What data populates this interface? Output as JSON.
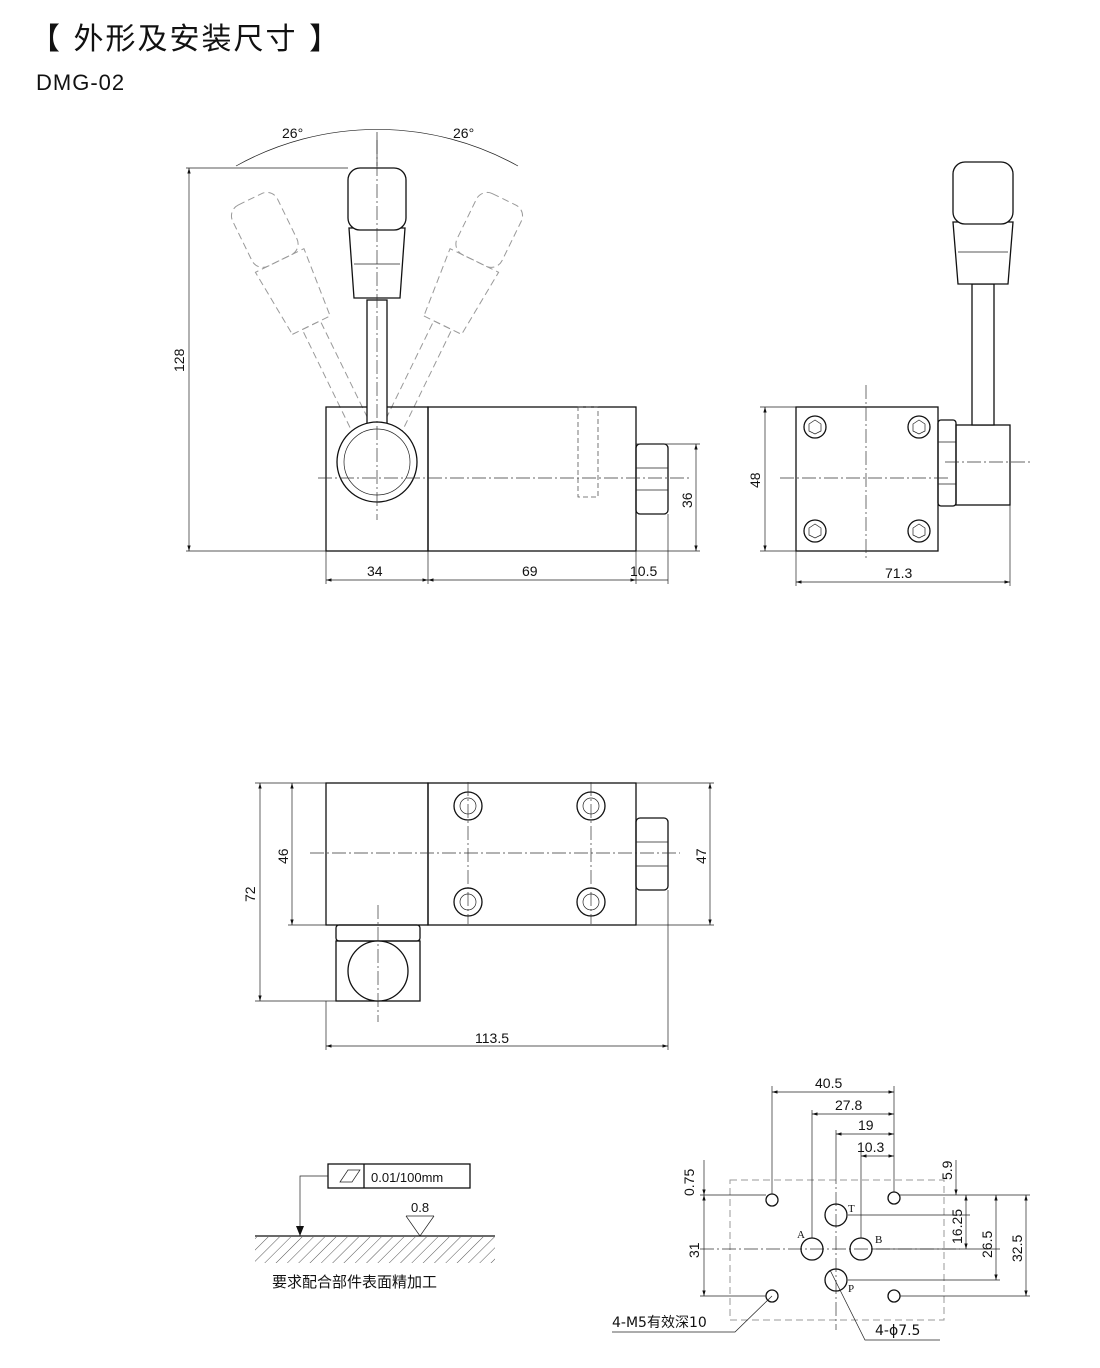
{
  "header": {
    "title": "【 外形及安装尺寸 】",
    "model": "DMG-02"
  },
  "front_view": {
    "angle_left": "26°",
    "angle_right": "26°",
    "height_total": "128",
    "height_body": "36",
    "width_lever_block": "34",
    "width_body": "69",
    "width_plug": "10.5"
  },
  "side_view": {
    "height": "48",
    "width": "71.3"
  },
  "top_view": {
    "width_total": "113.5",
    "height_total": "72",
    "height_body_left": "46",
    "height_body_right": "47"
  },
  "surface_note": {
    "flatness": "0.01/100mm",
    "roughness": "0.8",
    "note": "要求配合部件表面精加工"
  },
  "mounting_pattern": {
    "dim_40_5": "40.5",
    "dim_27_8": "27.8",
    "dim_19": "19",
    "dim_10_3": "10.3",
    "dim_0_75": "0.75",
    "dim_5_9": "5.9",
    "dim_31": "31",
    "dim_16_25": "16.25",
    "dim_26_5": "26.5",
    "dim_32_5": "32.5",
    "port_t": "T",
    "port_a": "A",
    "port_b": "B",
    "port_p": "P",
    "bolt_note": "4-M5有效深10",
    "port_note": "4-ϕ7.5"
  }
}
